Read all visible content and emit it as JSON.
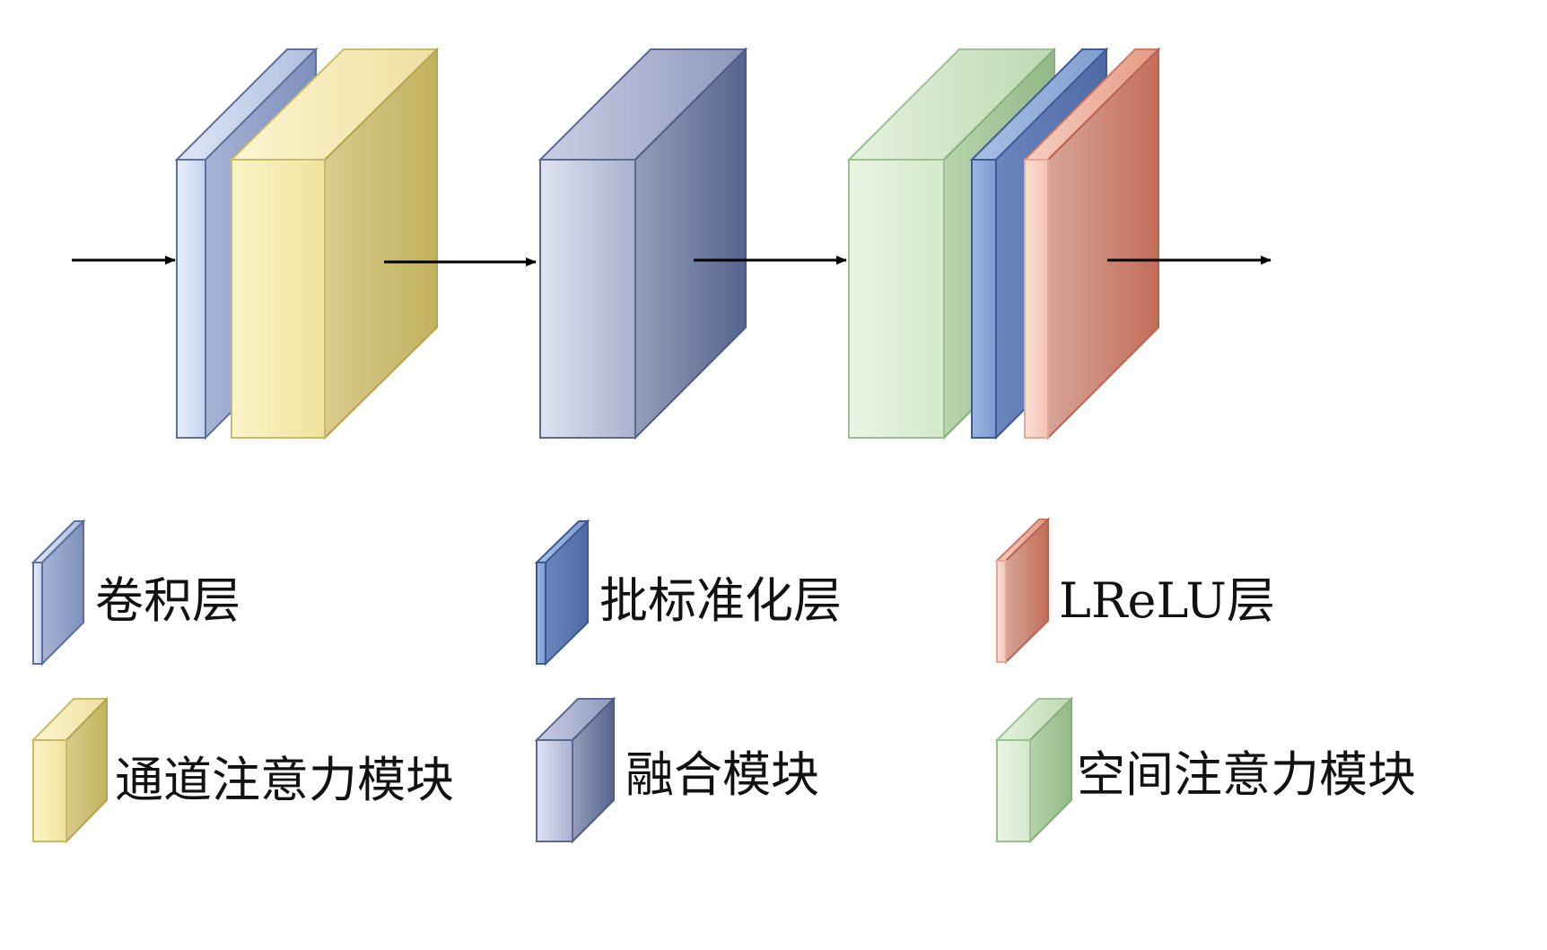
{
  "colors": {
    "conv": "#c5d5ee",
    "batchnorm": "#6f8fc8",
    "lrelu": "#e8a898",
    "channel_attention": "#f3e7a6",
    "fusion": "#b3bbd8",
    "spatial_attention": "#d7ecd0",
    "arrow": "#000000"
  },
  "legend": {
    "conv": "卷积层",
    "batchnorm": "批标准化层",
    "lrelu": "LReLU层",
    "channel_attention": "通道注意力模块",
    "fusion": "融合模块",
    "spatial_attention": "空间注意力模块"
  }
}
